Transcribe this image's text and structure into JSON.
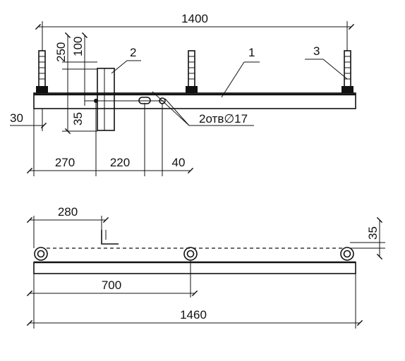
{
  "top_view": {
    "dim_total_width": "1400",
    "dim_250": "250",
    "dim_100": "100",
    "dim_35": "35",
    "dim_30": "30",
    "dim_270": "270",
    "dim_220": "220",
    "dim_40": "40",
    "callout_1": "1",
    "callout_2": "2",
    "callout_3": "3",
    "hole_note": "2отв∅17"
  },
  "front_view": {
    "dim_280": "280",
    "dim_35": "35",
    "dim_700": "700",
    "dim_1460": "1460"
  }
}
